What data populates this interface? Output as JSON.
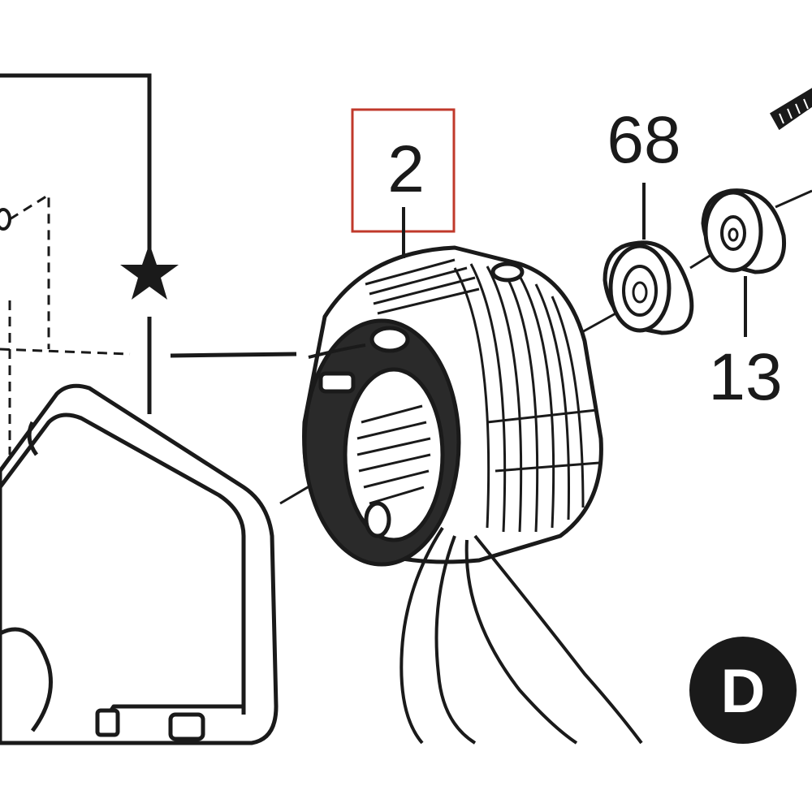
{
  "diagram": {
    "callouts": [
      {
        "id": "part-2",
        "label": "2",
        "highlighted": true
      },
      {
        "id": "part-68",
        "label": "68",
        "highlighted": false
      },
      {
        "id": "part-13",
        "label": "13",
        "highlighted": false
      }
    ],
    "section_badge": "D",
    "marker_icon": "star-icon",
    "colors": {
      "ink": "#1a1a1a",
      "highlight_box": "#c0392b",
      "background": "#ffffff"
    }
  }
}
